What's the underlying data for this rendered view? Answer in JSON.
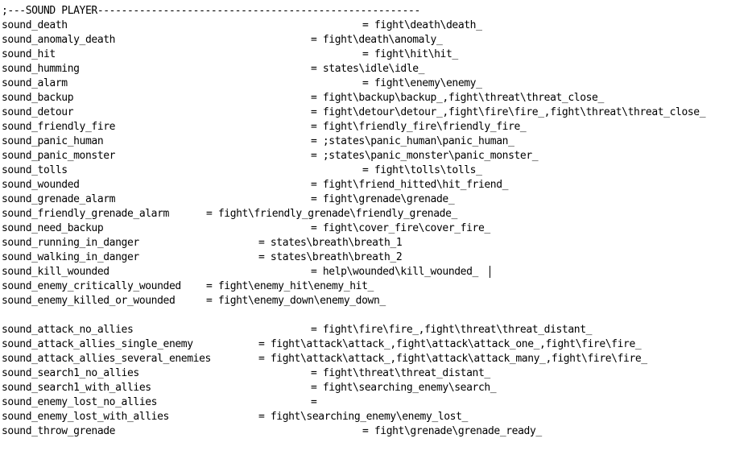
{
  "header": ";---SOUND PLAYER------------------------------------------------------",
  "group1": [
    {
      "key": "sound_death",
      "value": "= fight\\death\\death_"
    },
    {
      "key": "sound_anomaly_death",
      "value": "= fight\\death\\anomaly_"
    },
    {
      "key": "sound_hit",
      "value": "= fight\\hit\\hit_"
    },
    {
      "key": "sound_humming",
      "value": "= states\\idle\\idle_"
    },
    {
      "key": "sound_alarm",
      "value": "= fight\\enemy\\enemy_"
    },
    {
      "key": "sound_backup",
      "value": "= fight\\backup\\backup_,fight\\threat\\threat_close_"
    },
    {
      "key": "sound_detour",
      "value": "= fight\\detour\\detour_,fight\\fire\\fire_,fight\\threat\\threat_close_"
    },
    {
      "key": "sound_friendly_fire",
      "value": "= fight\\friendly_fire\\friendly_fire_"
    },
    {
      "key": "sound_panic_human",
      "value": "= ;states\\panic_human\\panic_human_"
    },
    {
      "key": "sound_panic_monster",
      "value": "= ;states\\panic_monster\\panic_monster_"
    },
    {
      "key": "sound_tolls",
      "value": "= fight\\tolls\\tolls_"
    },
    {
      "key": "sound_wounded",
      "value": "= fight\\friend_hitted\\hit_friend_"
    },
    {
      "key": "sound_grenade_alarm",
      "value": "= fight\\grenade\\grenade_"
    },
    {
      "key": "sound_friendly_grenade_alarm",
      "value": "= fight\\friendly_grenade\\friendly_grenade_"
    },
    {
      "key": "sound_need_backup",
      "value": "= fight\\cover_fire\\cover_fire_"
    },
    {
      "key": "sound_running_in_danger",
      "value": "= states\\breath\\breath_1"
    },
    {
      "key": "sound_walking_in_danger",
      "value": "= states\\breath\\breath_2"
    },
    {
      "key": "sound_kill_wounded",
      "value": "= help\\wounded\\kill_wounded_"
    },
    {
      "key": "sound_enemy_critically_wounded",
      "value": "= fight\\enemy_hit\\enemy_hit_"
    },
    {
      "key": "sound_enemy_killed_or_wounded",
      "value": "= fight\\enemy_down\\enemy_down_"
    }
  ],
  "group2": [
    {
      "key": "sound_attack_no_allies",
      "value": "= fight\\fire\\fire_,fight\\threat\\threat_distant_"
    },
    {
      "key": "sound_attack_allies_single_enemy",
      "value": "= fight\\attack\\attack_,fight\\attack\\attack_one_,fight\\fire\\fire_"
    },
    {
      "key": "sound_attack_allies_several_enemies",
      "value": "= fight\\attack\\attack_,fight\\attack\\attack_many_,fight\\fire\\fire_"
    },
    {
      "key": "sound_search1_no_allies",
      "value": "= fight\\threat\\threat_distant_"
    },
    {
      "key": "sound_search1_with_allies",
      "value": "= fight\\searching_enemy\\search_"
    },
    {
      "key": "sound_enemy_lost_no_allies",
      "value": "="
    },
    {
      "key": "sound_enemy_lost_with_allies",
      "value": "= fight\\searching_enemy\\enemy_lost_"
    },
    {
      "key": "sound_throw_grenade",
      "value": "= fight\\grenade\\grenade_ready_"
    }
  ]
}
